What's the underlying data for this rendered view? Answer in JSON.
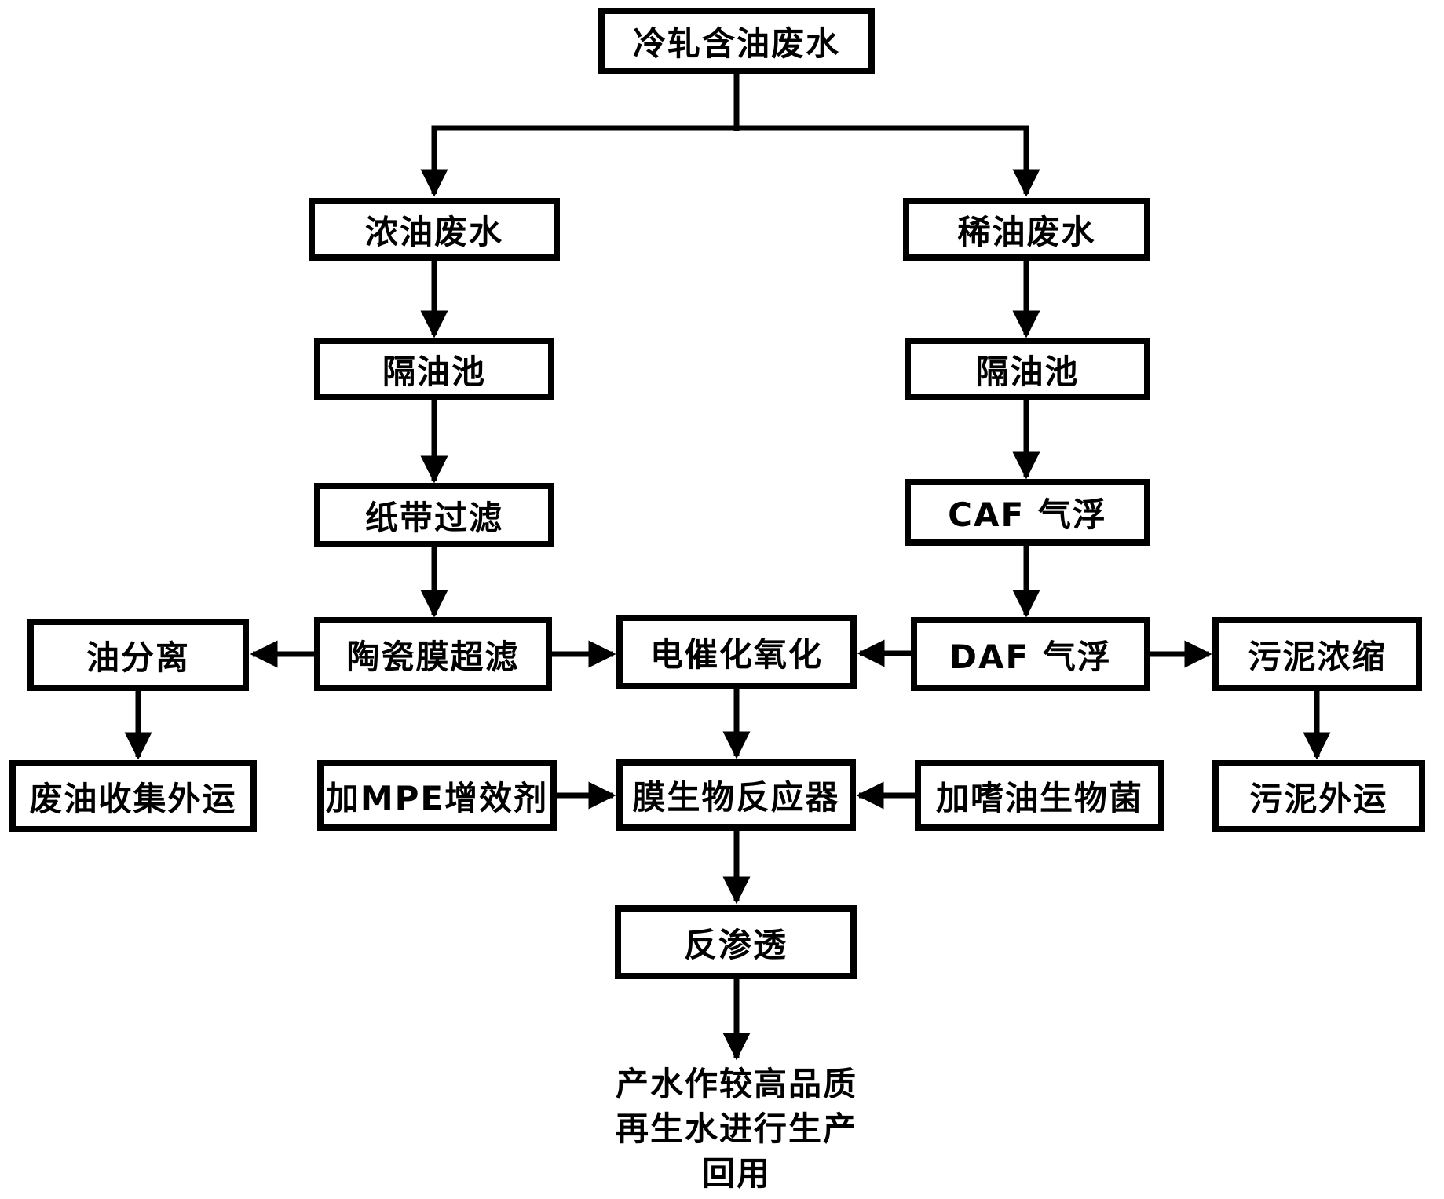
{
  "diagram": {
    "nodes": {
      "source": "冷轧含油废水",
      "concentrated_oil": "浓油废水",
      "dilute_oil": "稀油废水",
      "oil_trap_left": "隔油池",
      "oil_trap_right": "隔油池",
      "paper_belt_filter": "纸带过滤",
      "caf_flotation": "CAF 气浮",
      "ceramic_membrane_uf": "陶瓷膜超滤",
      "electrocatalytic_oxidation": "电催化氧化",
      "daf_flotation": "DAF 气浮",
      "oil_separation": "油分离",
      "sludge_thickening": "污泥浓缩",
      "waste_oil_collection": "废油收集外运",
      "mpe_enhancer": "加MPE增效剂",
      "mbr": "膜生物反应器",
      "oil_bacteria": "加嗜油生物菌",
      "sludge_transport": "污泥外运",
      "reverse_osmosis": "反渗透"
    },
    "outcome": {
      "line1": "产水作较高品质",
      "line2": "再生水进行生产",
      "line3": "回用"
    },
    "edges": [
      {
        "from": "source",
        "to": "concentrated_oil"
      },
      {
        "from": "source",
        "to": "dilute_oil"
      },
      {
        "from": "concentrated_oil",
        "to": "oil_trap_left"
      },
      {
        "from": "oil_trap_left",
        "to": "paper_belt_filter"
      },
      {
        "from": "paper_belt_filter",
        "to": "ceramic_membrane_uf"
      },
      {
        "from": "ceramic_membrane_uf",
        "to": "oil_separation"
      },
      {
        "from": "ceramic_membrane_uf",
        "to": "electrocatalytic_oxidation"
      },
      {
        "from": "oil_separation",
        "to": "waste_oil_collection"
      },
      {
        "from": "dilute_oil",
        "to": "oil_trap_right"
      },
      {
        "from": "oil_trap_right",
        "to": "caf_flotation"
      },
      {
        "from": "caf_flotation",
        "to": "daf_flotation"
      },
      {
        "from": "daf_flotation",
        "to": "electrocatalytic_oxidation"
      },
      {
        "from": "daf_flotation",
        "to": "sludge_thickening"
      },
      {
        "from": "sludge_thickening",
        "to": "sludge_transport"
      },
      {
        "from": "electrocatalytic_oxidation",
        "to": "mbr"
      },
      {
        "from": "mpe_enhancer",
        "to": "mbr"
      },
      {
        "from": "oil_bacteria",
        "to": "mbr"
      },
      {
        "from": "mbr",
        "to": "reverse_osmosis"
      },
      {
        "from": "reverse_osmosis",
        "to": "outcome_text"
      }
    ],
    "colors": {
      "line": "#000000",
      "box_border": "#000000",
      "box_fill": "#ffffff",
      "background": "#ffffff",
      "text": "#000000"
    }
  }
}
